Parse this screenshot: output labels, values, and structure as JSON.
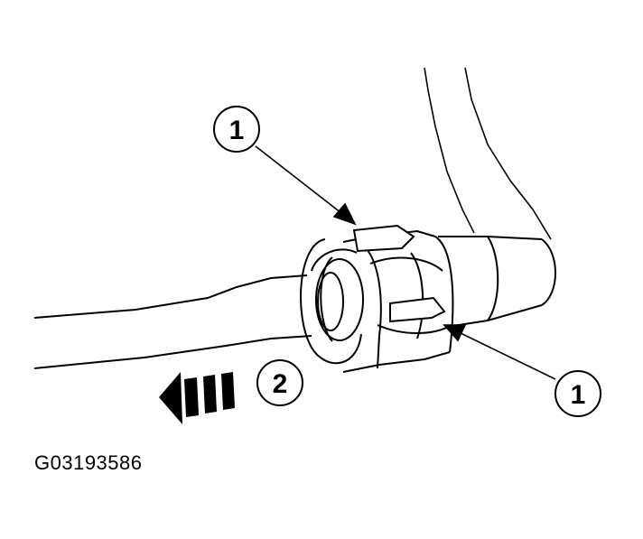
{
  "callouts": [
    {
      "label": "1"
    },
    {
      "label": "1"
    },
    {
      "label": "2"
    }
  ],
  "figure_id": "G03193586",
  "colors": {
    "line": "#000000",
    "background": "#ffffff"
  }
}
